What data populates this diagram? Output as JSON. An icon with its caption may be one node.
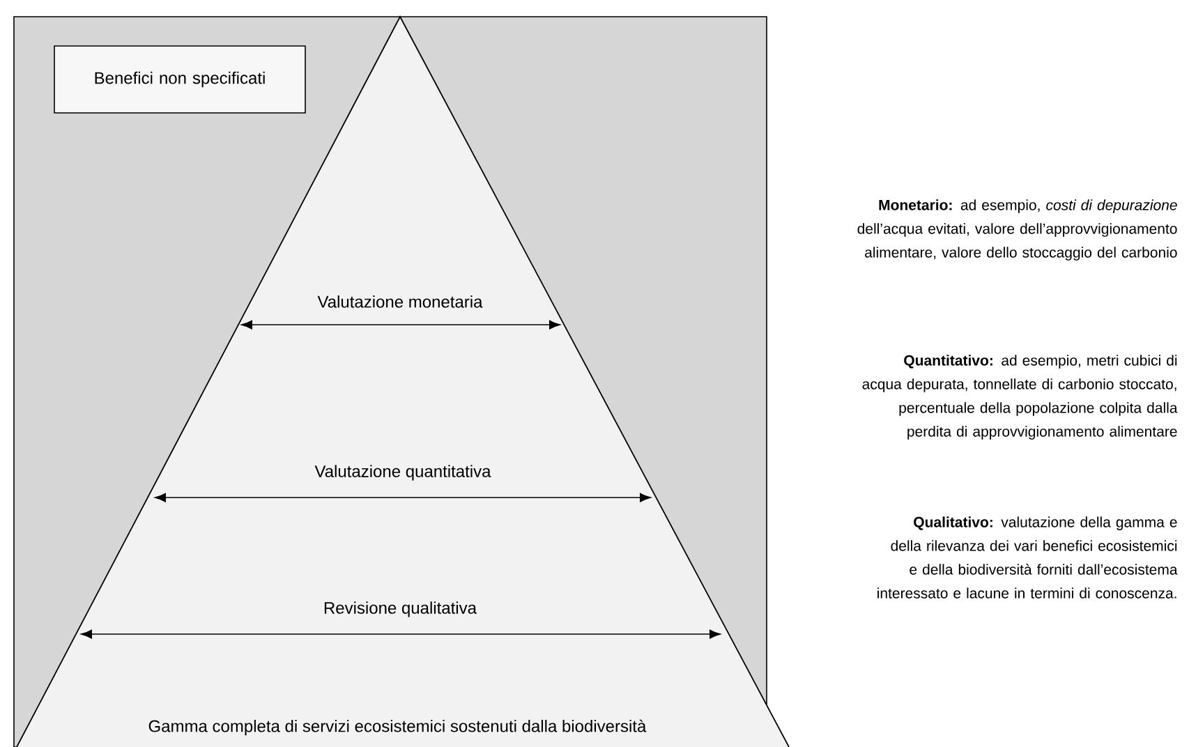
{
  "diagram": {
    "nodes": [
      {
        "text": [
          "Benefici non specificati"
        ]
      }
    ],
    "edges": [],
    "labels": [
      "**Monetario:** ad esempio, *costi di depurazione* dell’acqua evitati, valore dell’approvvigionamento alimentare, valore dello stoccaggio del carbonio",
      "Valutazione monetaria",
      "**Quantitativo:** ad esempio, metri cubici di acqua depurata, tonnellate di carbonio stoccato, percentuale della popolazione colpita dalla perdita di approvvigionamento alimentare",
      "Valutazione quantitativa",
      "**Qualitativo:** valutazione della gamma e della rilevanza dei vari benefici ecosistemici e della biodiversità forniti dall’ecosistema interessato e lacune in termini di conoscenza.",
      "Revisione qualitativa",
      "Gamma completa di servizi ecosistemici sostenuti dalla biodiversità"
    ]
  }
}
